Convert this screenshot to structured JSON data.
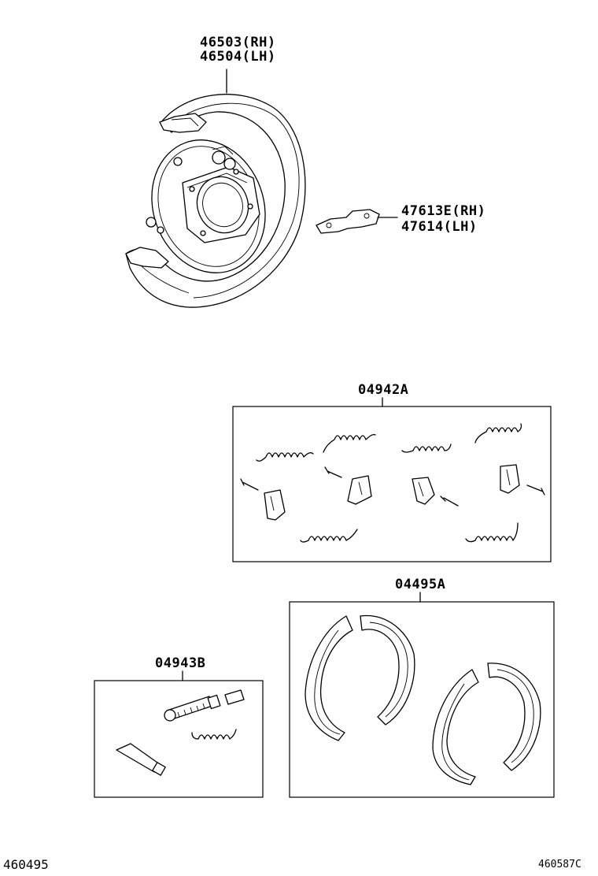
{
  "parts": {
    "backing_plate": {
      "line1": "46503(RH)",
      "line2": "46504(LH)"
    },
    "bracket": {
      "line1": "47613E(RH)",
      "line2": "47614(LH)"
    },
    "spring_kit": {
      "label": "04942A"
    },
    "shoe_kit": {
      "label": "04495A"
    },
    "adjuster_kit": {
      "label": "04943B"
    }
  },
  "footer": {
    "left": "460495",
    "right": "460587C"
  }
}
